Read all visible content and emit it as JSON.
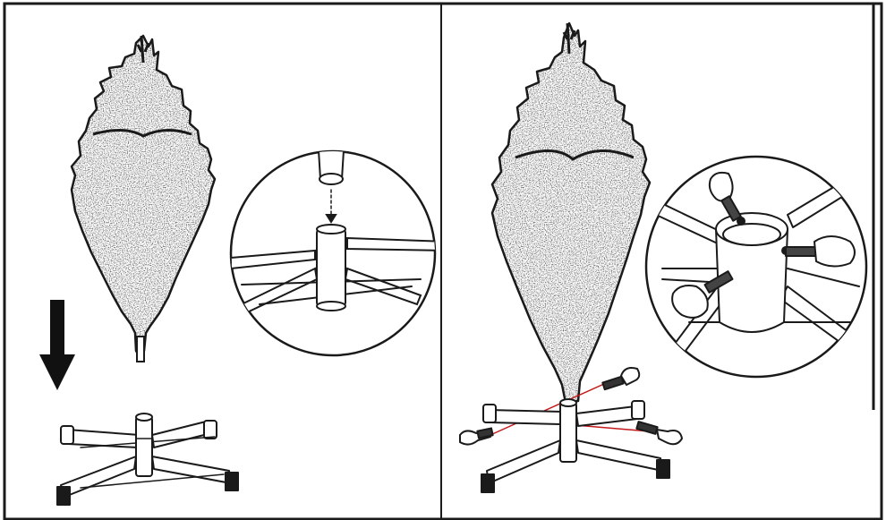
{
  "diagram": {
    "panels": [
      {
        "id": "step-1",
        "parts": [
          "tree-top-section",
          "down-arrow",
          "tree-stand",
          "stand-detail-zoom"
        ]
      },
      {
        "id": "step-2",
        "parts": [
          "tree-top-section",
          "tree-stand",
          "tightening-screws",
          "screw-detail-zoom"
        ]
      }
    ],
    "colors": {
      "outline": "#1a1a1a",
      "foliage": "#7d7d7d",
      "alignment_line": "#c21a1a",
      "background": "#ffffff"
    }
  }
}
